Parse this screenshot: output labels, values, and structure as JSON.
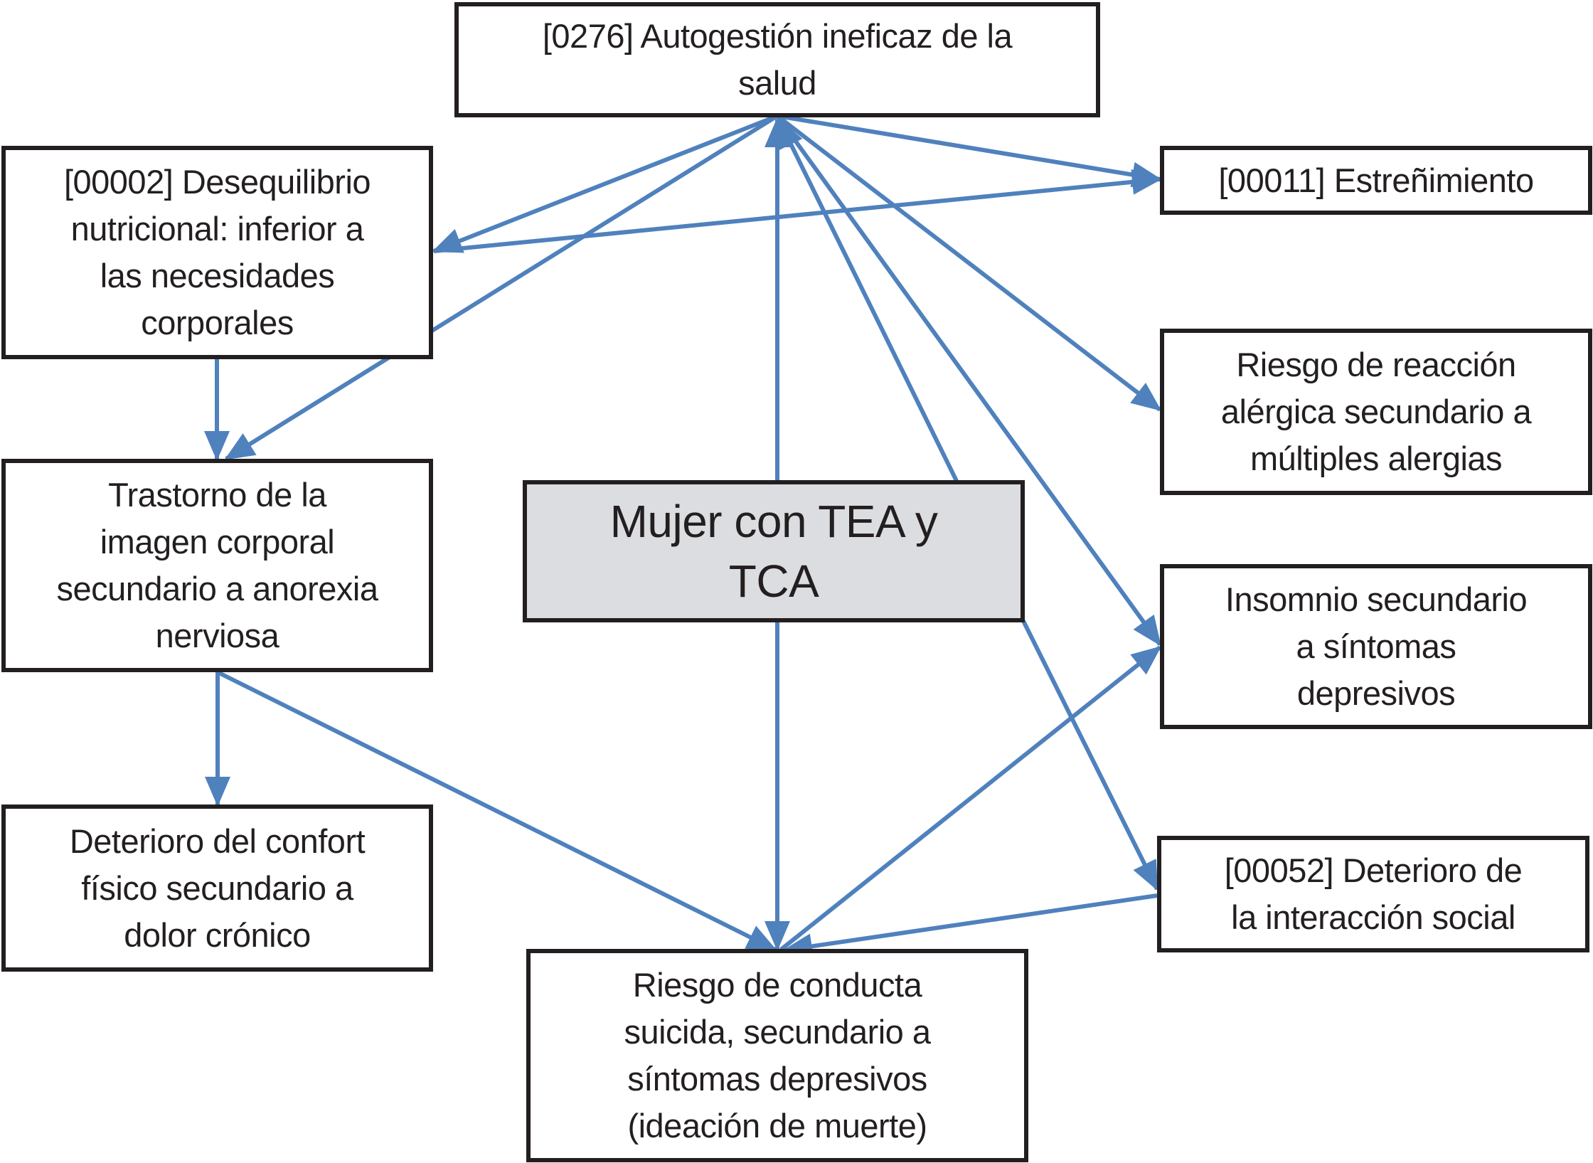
{
  "diagram": {
    "type": "concept-map",
    "accent_color": "#4f81bd",
    "border_color": "#231f20",
    "center_fill": "#dcdde0",
    "nodes": {
      "top": "[0276] Autogestión ineficaz de la\nsalud",
      "deseq": "[00002] Desequilibrio\nnutricional: inferior a\nlas necesidades\ncorporales",
      "trast": "Trastorno de la\nimagen corporal\nsecundario a anorexia\nnerviosa",
      "confort": "Deterioro del confort\nfísico secundario a\ndolor crónico",
      "center": "Mujer con TEA y\nTCA",
      "suicida": "Riesgo de conducta\nsuicida, secundario a\nsíntomas depresivos\n(ideación de muerte)",
      "estr": "[00011] Estreñimiento",
      "alerg": "Riesgo de reacción\nalérgica secundario a\nmúltiples alergias",
      "insom": "Insomnio secundario\na síntomas\ndepresivos",
      "social": "[00052] Deterioro de\nla interacción social"
    },
    "edges": [
      {
        "from": "top",
        "to": "deseq"
      },
      {
        "from": "top",
        "to": "trast"
      },
      {
        "from": "center",
        "to": "top"
      },
      {
        "from": "center",
        "to": "top"
      },
      {
        "from": "top",
        "to": "estr"
      },
      {
        "from": "top",
        "to": "alerg"
      },
      {
        "from": "top",
        "to": "insom"
      },
      {
        "from": "deseq",
        "to": "estr"
      },
      {
        "from": "deseq",
        "to": "trast"
      },
      {
        "from": "trast",
        "to": "confort"
      },
      {
        "from": "trast",
        "to": "suicida"
      },
      {
        "from": "center",
        "to": "suicida"
      },
      {
        "from": "suicida",
        "to": "insom"
      },
      {
        "from": "center",
        "to": "social"
      },
      {
        "from": "social",
        "to": "suicida"
      }
    ]
  }
}
